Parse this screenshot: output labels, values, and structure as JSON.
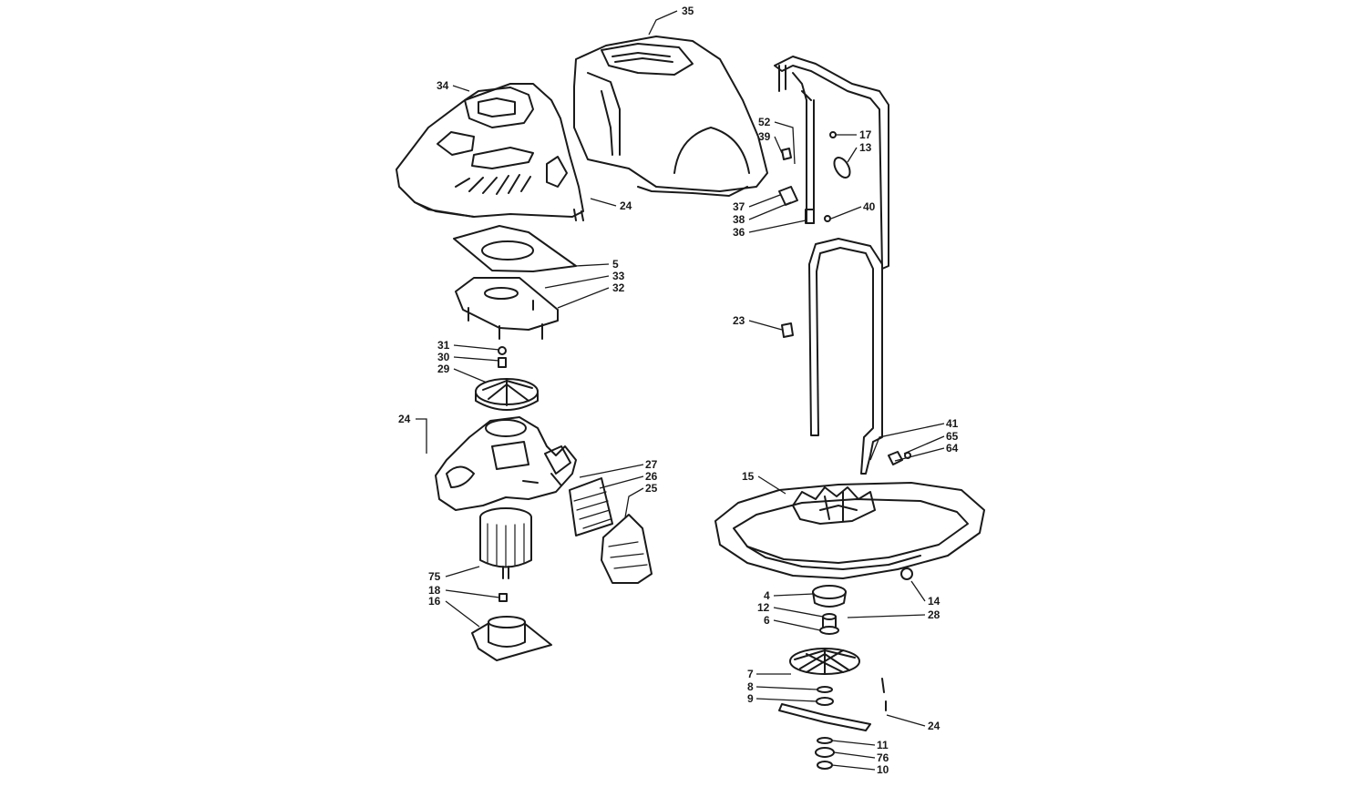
{
  "diagram": {
    "type": "exploded-parts-diagram",
    "line_color": "#1a1a1a",
    "background": "#ffffff",
    "part_numbers": [
      "35",
      "34",
      "24",
      "5",
      "33",
      "32",
      "31",
      "30",
      "29",
      "24",
      "27",
      "26",
      "25",
      "75",
      "18",
      "16",
      "52",
      "39",
      "17",
      "13",
      "37",
      "38",
      "36",
      "40",
      "23",
      "41",
      "65",
      "64",
      "15",
      "14",
      "4",
      "12",
      "28",
      "6",
      "7",
      "8",
      "9",
      "24",
      "11",
      "76",
      "10"
    ]
  }
}
